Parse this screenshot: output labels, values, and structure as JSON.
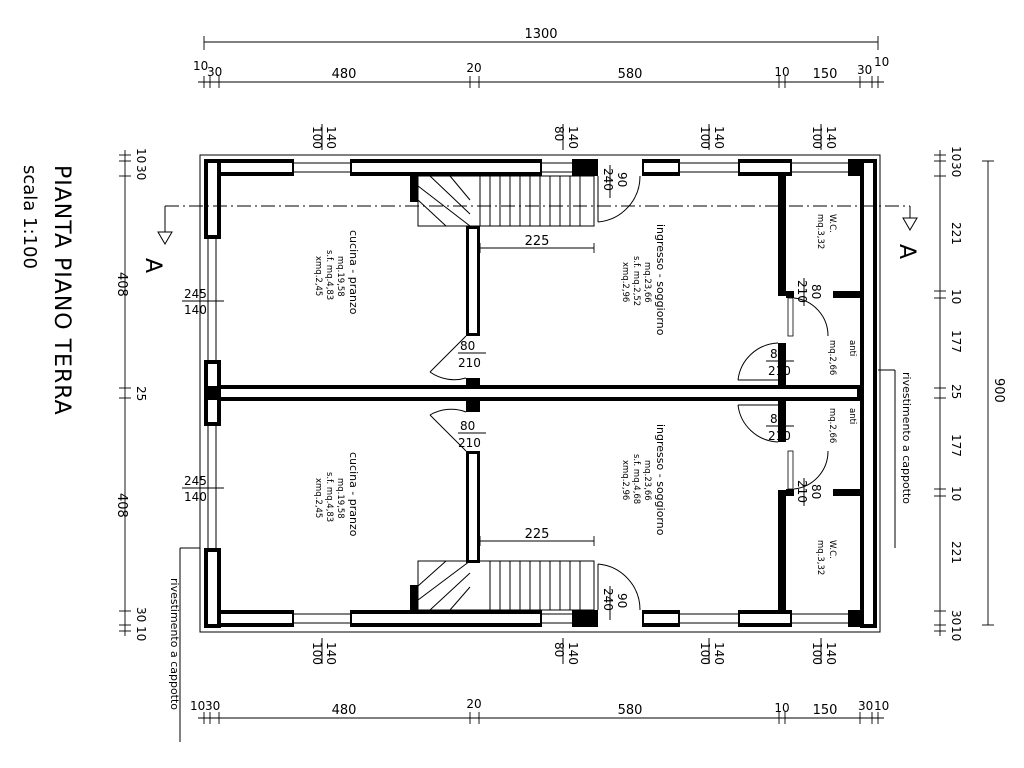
{
  "title": "PIANTA PIANO TERRA",
  "scale": "scala 1:100",
  "section_label": "A",
  "top_dims": {
    "total": "1300",
    "parts": [
      "10",
      "30",
      "480",
      "20",
      "580",
      "10",
      "150",
      "30",
      "10"
    ]
  },
  "bottom_dims": {
    "parts": [
      "10",
      "30",
      "480",
      "20",
      "580",
      "10",
      "150",
      "30",
      "10"
    ]
  },
  "left_dims": [
    "10",
    "30",
    "408",
    "25",
    "408",
    "30",
    "10"
  ],
  "right_dims": {
    "total": "900",
    "parts": [
      "10",
      "30",
      "221",
      "10",
      "177",
      "25",
      "177",
      "10",
      "221",
      "30",
      "10"
    ]
  },
  "openings": {
    "w100": "100",
    "w140": "140",
    "w80": "80",
    "win_w": "245",
    "win_h": "140",
    "door_w": "80",
    "door_h": "210",
    "entry_w": "90",
    "entry_h": "240",
    "stair": "225"
  },
  "rooms": {
    "kitchen": {
      "name": "cucina - pranzo",
      "l1": "mq.19,58",
      "l2": "s.f. mq.4,83",
      "l3": "xmq.2,45"
    },
    "living_top": {
      "name": "ingresso - soggiorno",
      "l1": "mq.23,66",
      "l2": "s.f. mq.2,52",
      "l3": "xmq.2,96"
    },
    "living_bottom": {
      "name": "ingresso - soggiorno",
      "l1": "mq.23,66",
      "l2": "s.f. mq.4,68",
      "l3": "xmq.2,96"
    },
    "wc": {
      "name": "W.C.",
      "area": "mq.3,32"
    },
    "anti": {
      "name": "anti",
      "area": "mq.2,66"
    }
  },
  "annotation": "rivestimento a cappotto"
}
